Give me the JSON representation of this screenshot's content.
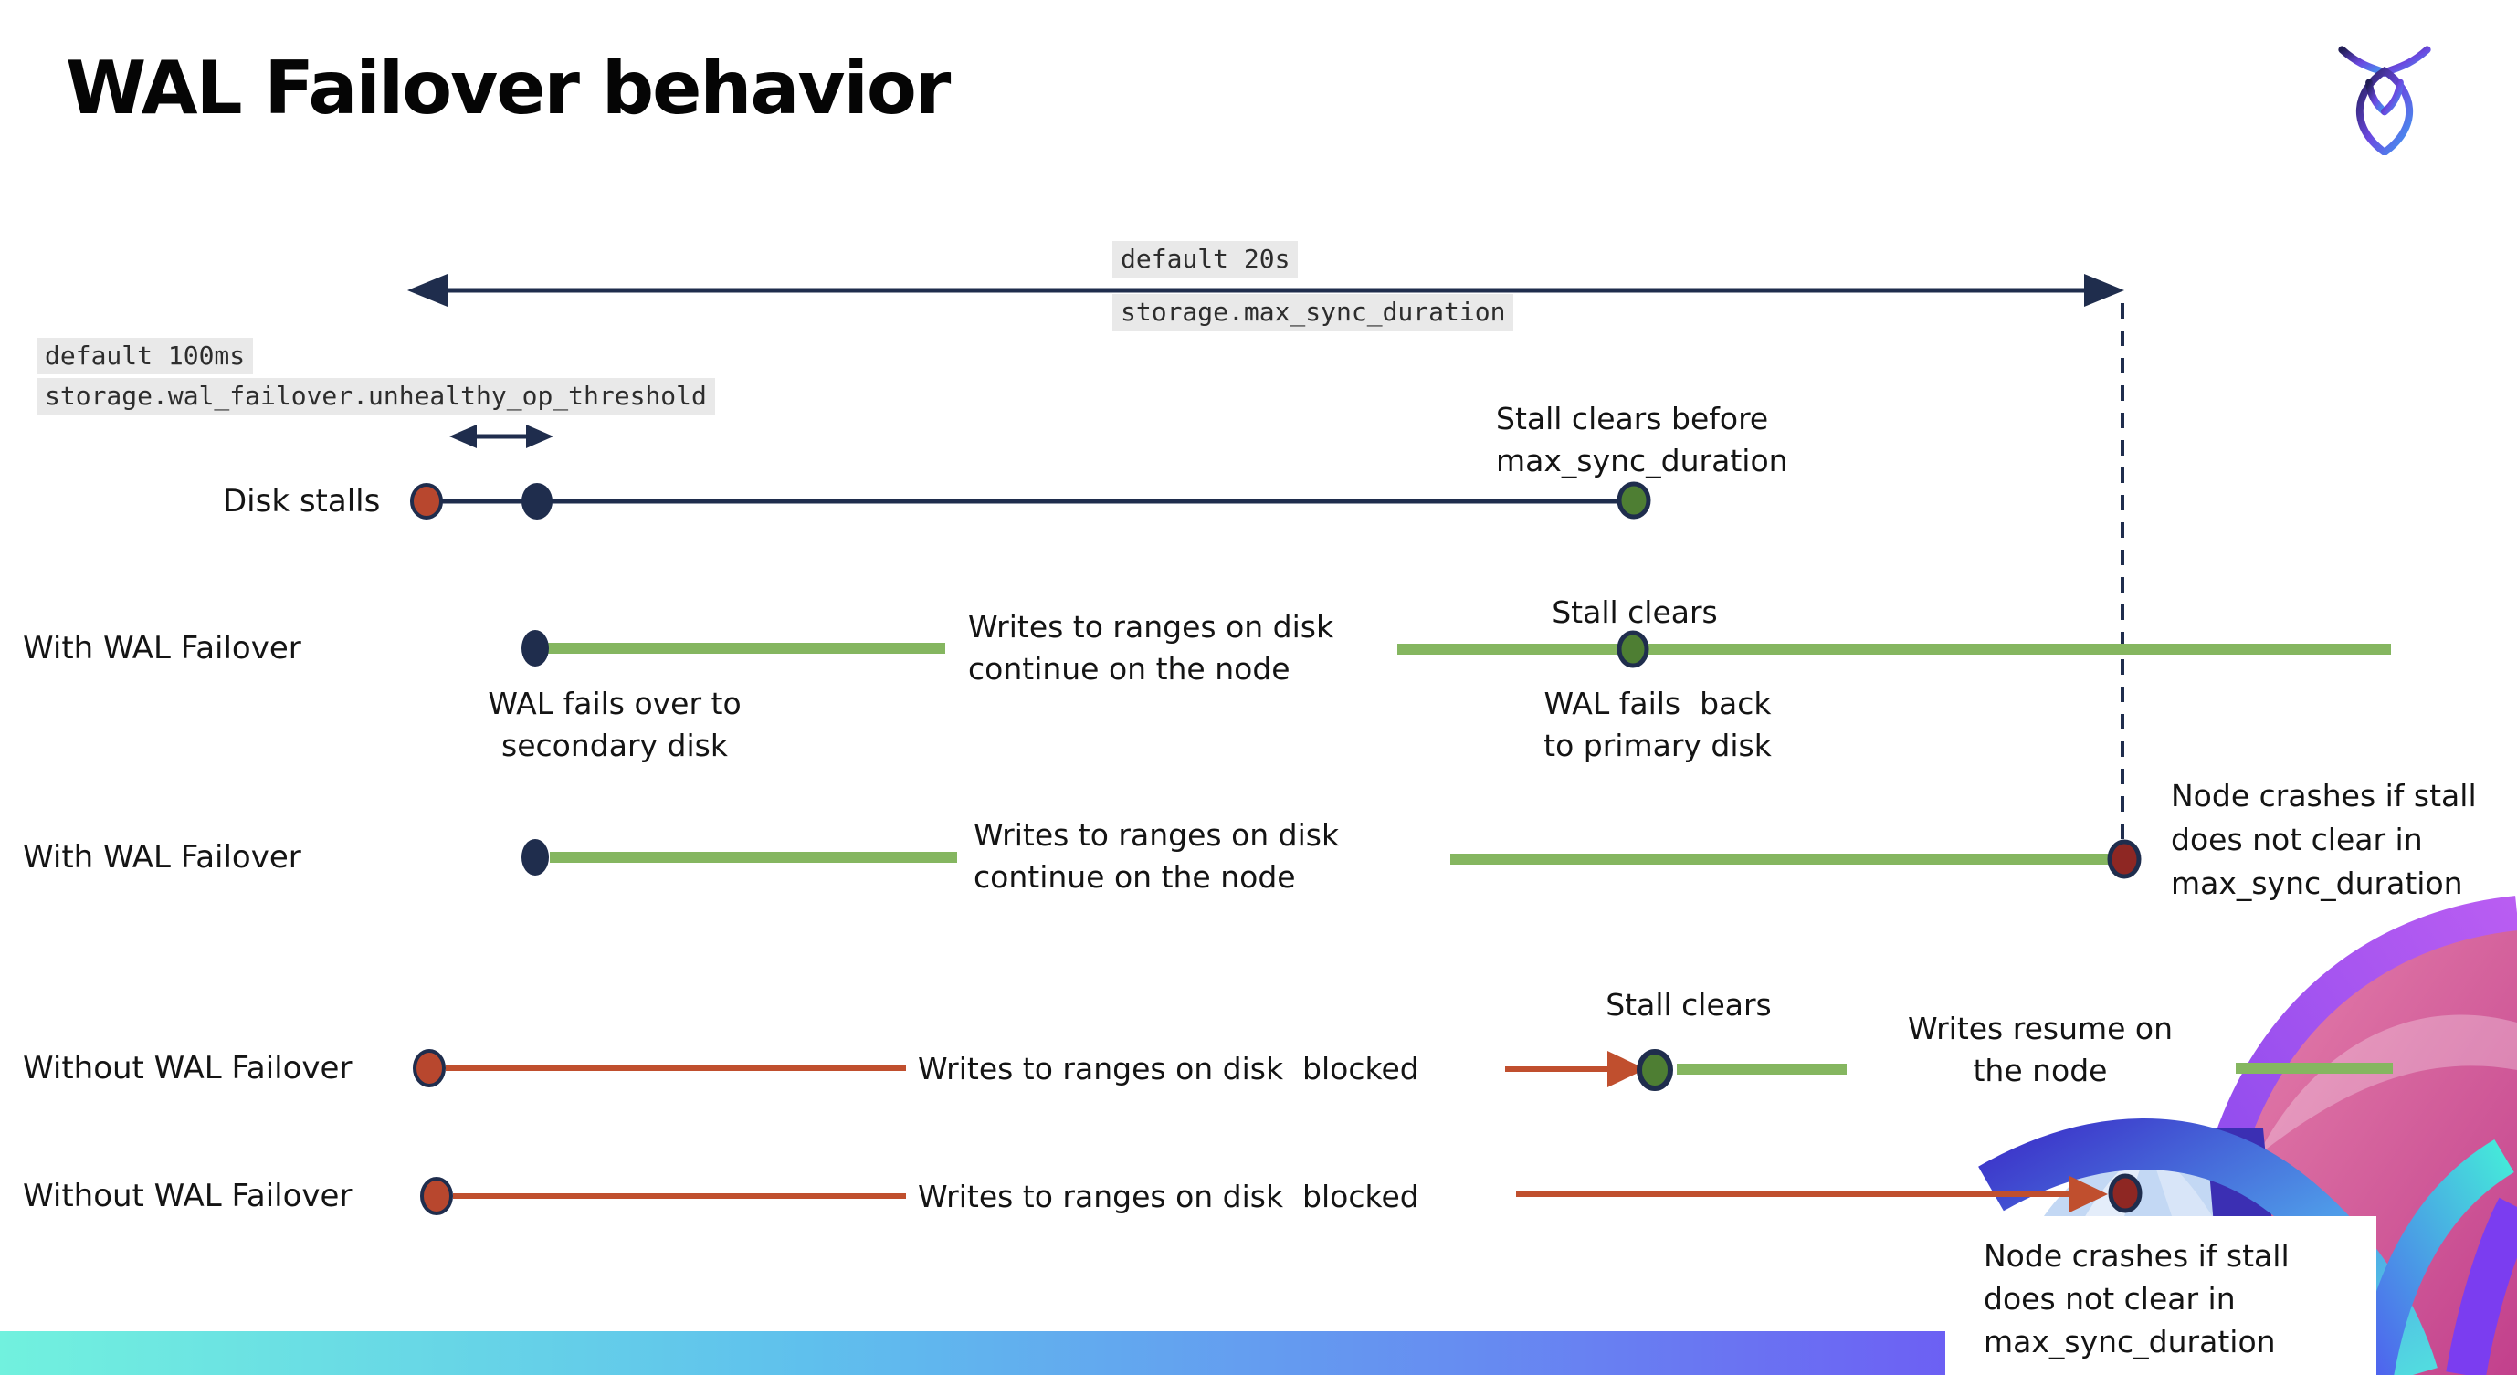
{
  "slide_title": "WAL Failover behavior",
  "colors": {
    "navy": "#1f2d4d",
    "stall_red": "#b8472e",
    "crash_red": "#8e2723",
    "green_dot": "#4e7e33",
    "green_line": "#85b660",
    "red_line": "#c04f2e",
    "code_bg": "#e9e9e9",
    "bar_left": "#71f1de",
    "bar_mid_blue": "#5fc0ed",
    "bar_mid_indigo": "#668df1",
    "bar_right": "#6e55f4"
  },
  "config": {
    "max_sync_default": "default 20s",
    "max_sync_setting": "storage.max_sync_duration",
    "threshold_default": "default 100ms",
    "threshold_setting": "storage.wal_failover.unhealthy_op_threshold"
  },
  "rows": [
    {
      "label": "Disk stalls"
    },
    {
      "label": "With WAL Failover"
    },
    {
      "label": "With WAL Failover"
    },
    {
      "label": "Without WAL Failover"
    },
    {
      "label": "Without WAL Failover"
    }
  ],
  "annotations": {
    "stall_clears_before": "Stall clears before\nmax_sync_duration",
    "writes_continue_row2": "Writes to ranges on disk\ncontinue on the node",
    "stall_clears_row2": "Stall clears",
    "wal_fails_over": "WAL fails over to\nsecondary disk",
    "wal_fails_back": "WAL fails  back\nto primary disk",
    "writes_continue_row3": "Writes to ranges on disk\ncontinue on the node",
    "node_crashes_row3": "Node crashes if stall\ndoes not clear in\nmax_sync_duration",
    "writes_blocked_row4": "Writes to ranges on disk  blocked",
    "stall_clears_row4": "Stall clears",
    "writes_resume": "Writes resume on\nthe node",
    "writes_blocked_row5": "Writes to ranges on disk  blocked",
    "node_crashes_row5": "Node crashes if stall\ndoes not clear in\nmax_sync_duration"
  }
}
